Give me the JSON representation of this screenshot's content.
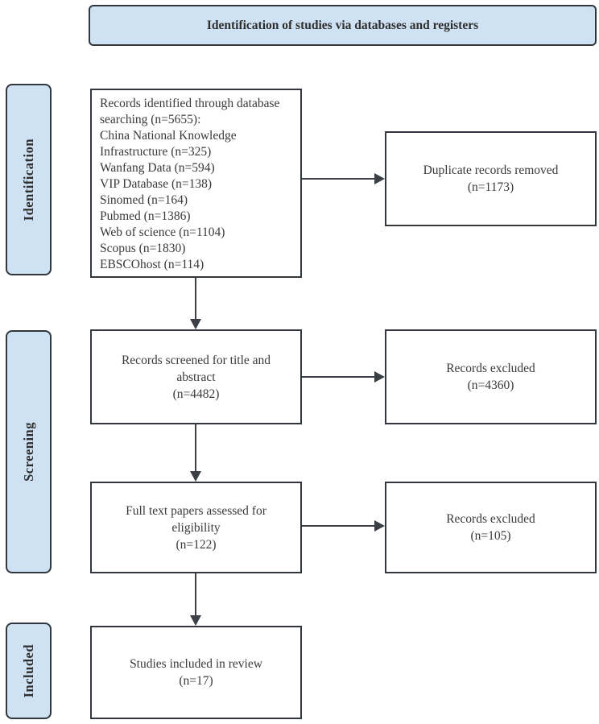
{
  "header": {
    "title": "Identification of studies via databases and registers"
  },
  "stages": [
    {
      "label": "Identification"
    },
    {
      "label": "Screening"
    },
    {
      "label": "Included"
    }
  ],
  "boxes": {
    "identified": {
      "lines": [
        "Records identified through database searching (n=5655):",
        "China National Knowledge Infrastructure (n=325)",
        "Wanfang Data (n=594)",
        "VIP Database (n=138)",
        "Sinomed (n=164)",
        "Pubmed (n=1386)",
        "Web of science (n=1104)",
        "Scopus (n=1830)",
        "EBSCOhost (n=114)"
      ]
    },
    "duplicates_removed": {
      "label": "Duplicate records removed",
      "count": "(n=1173)"
    },
    "screened": {
      "label": "Records screened for title and abstract",
      "count": "(n=4482)"
    },
    "excluded_screening": {
      "label": "Records excluded",
      "count": "(n=4360)"
    },
    "full_text": {
      "label": "Full text papers assessed for eligibility",
      "count": "(n=122)"
    },
    "excluded_full_text": {
      "label": "Records excluded",
      "count": "(n=105)"
    },
    "included": {
      "label": "Studies included in review",
      "count": "(n=17)"
    }
  },
  "colors": {
    "stage_fill": "#cfe2f3",
    "box_border": "#31373c",
    "arrow": "#3a4045",
    "text": "#3a3a3a",
    "background": "#ffffff"
  }
}
